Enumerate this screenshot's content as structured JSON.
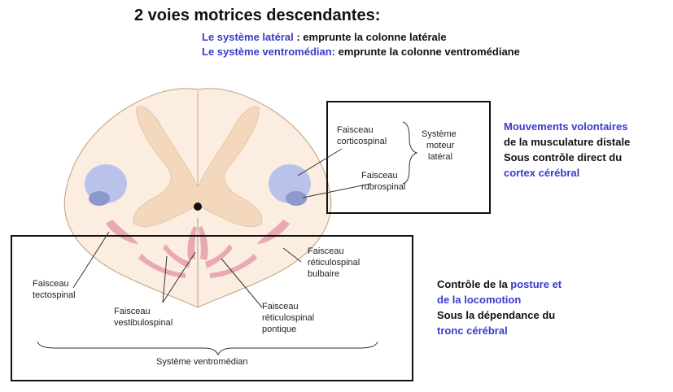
{
  "header": {
    "title": "2 voies motrices descendantes:",
    "lateral": {
      "key": "Le système latéral",
      "sep": " : ",
      "value": "emprunte la colonne latérale"
    },
    "ventromedian": {
      "key": "Le système ventromédian:",
      "value": " emprunte la colonne ventromédiane"
    }
  },
  "diagram": {
    "labels": {
      "corticospinal": [
        "Faisceau",
        "corticospinal"
      ],
      "rubrospinal": [
        "Faisceau",
        "rubrospinal"
      ],
      "systeme_lateral": [
        "Système",
        "moteur",
        "latéral"
      ],
      "tectospinal": [
        "Faisceau",
        "tectospinal"
      ],
      "vestibulospinal": [
        "Faisceau",
        "vestibulospinal"
      ],
      "reticulo_bulbaire": [
        "Faisceau",
        "réticulospinal",
        "bulbaire"
      ],
      "reticulo_pontique": [
        "Faisceau",
        "réticulospinal",
        "pontique"
      ],
      "systeme_ventromedian": "Système ventromédian"
    },
    "colors": {
      "cord_fill": "#fbeee0",
      "gray_matter": "#f3d8bd",
      "lateral_tract": "#b9c2ea",
      "lateral_dark": "#8d98cc",
      "ventral_tracts": "#e8a9b2",
      "box_stroke": "#111111"
    }
  },
  "side_lateral": {
    "line1": "Mouvements volontaires",
    "line2": "de la musculature distale",
    "line3": "Sous contrôle direct du",
    "line4": "cortex cérébral"
  },
  "side_ventro": {
    "line1a": "Contrôle de la ",
    "line1b": "posture et",
    "line2": "de la locomotion",
    "line3": "Sous la dépendance du",
    "line4": "tronc cérébral"
  }
}
